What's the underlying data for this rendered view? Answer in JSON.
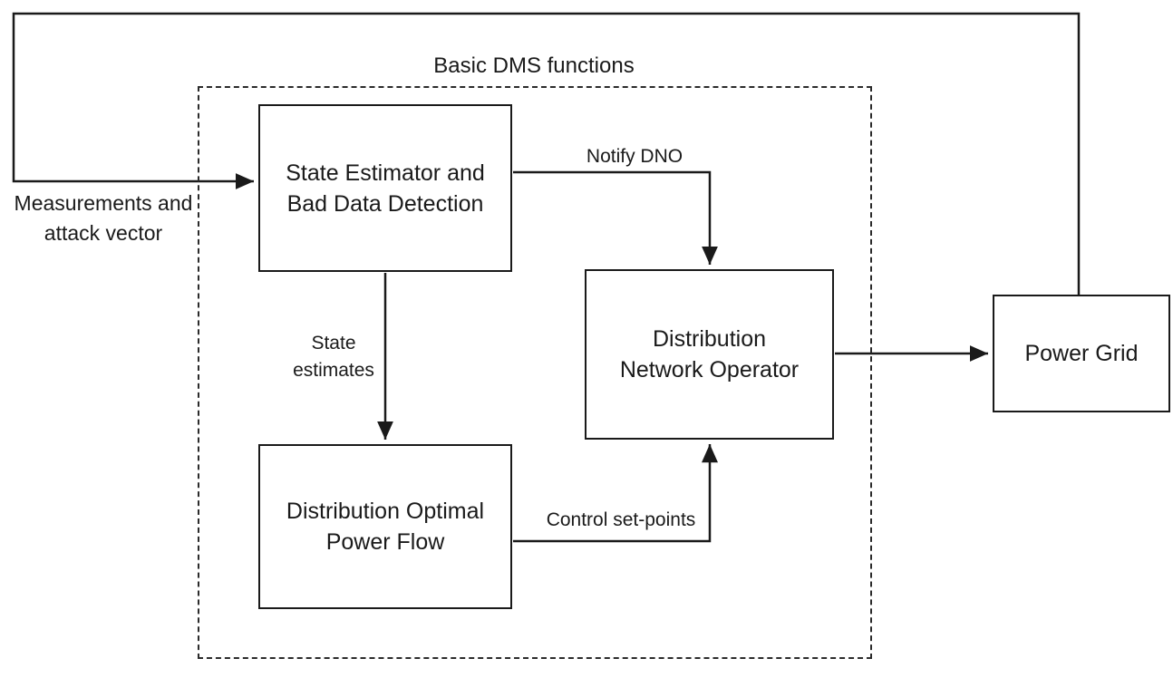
{
  "diagram": {
    "boundary_title": "Basic DMS functions"
  },
  "nodes": {
    "state_estimator": {
      "label": "State Estimator and Bad Data Detection"
    },
    "dno": {
      "label": "Distribution Network Operator"
    },
    "dopf": {
      "label": "Distribution Optimal Power Flow"
    },
    "power_grid": {
      "label": "Power Grid"
    }
  },
  "edges": {
    "measurements": {
      "label": "Measurements and attack vector"
    },
    "notify_dno": {
      "label": "Notify DNO"
    },
    "state_estimates": {
      "label": "State estimates"
    },
    "control_setpoints": {
      "label": "Control set-points"
    }
  },
  "colors": {
    "line": "#1a1a1a",
    "background": "#ffffff"
  }
}
